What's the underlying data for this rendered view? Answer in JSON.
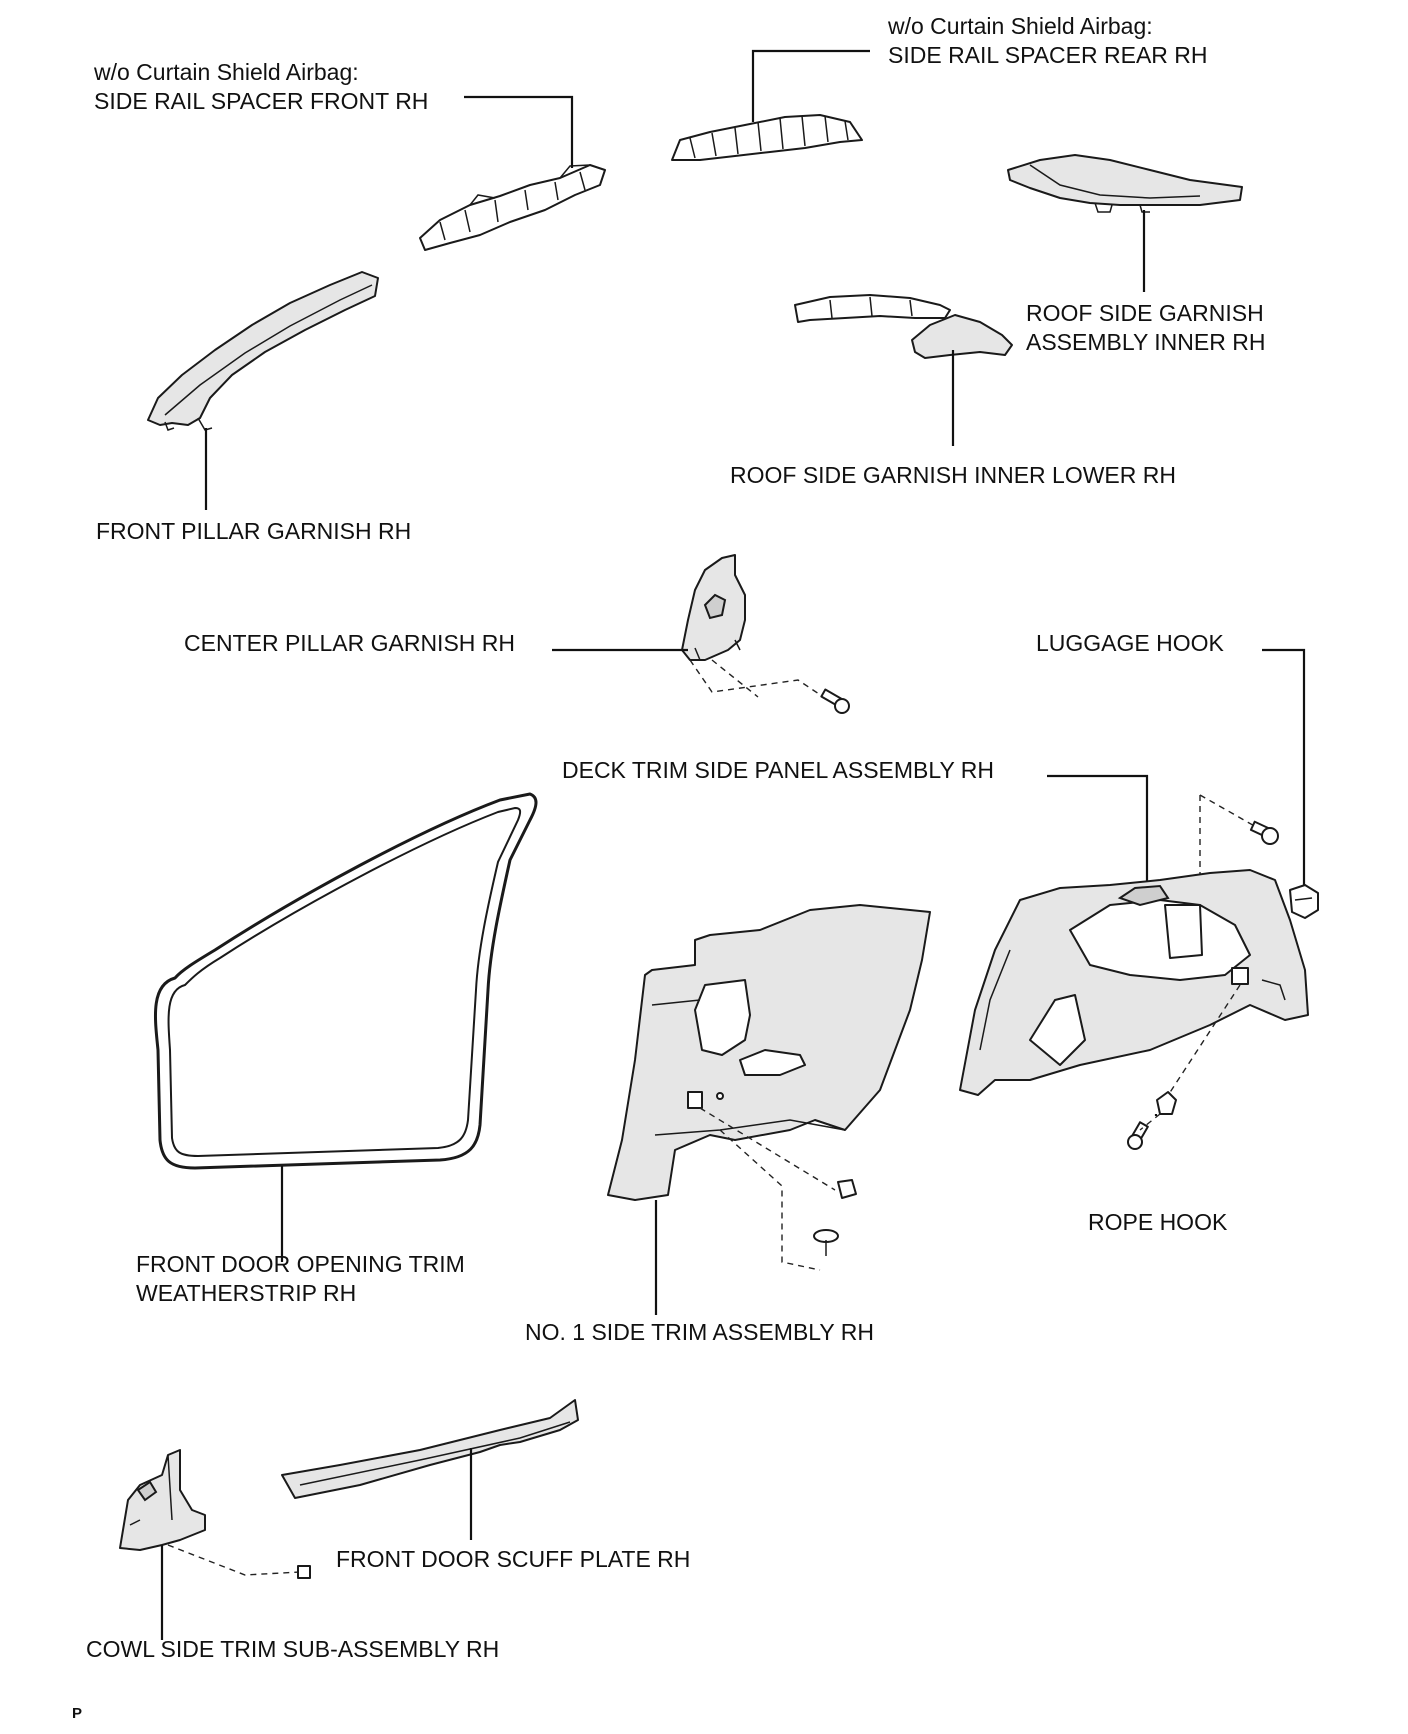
{
  "labels": {
    "side_rail_front_note": "w/o Curtain Shield Airbag:",
    "side_rail_front": "SIDE RAIL SPACER FRONT RH",
    "side_rail_rear_note": "w/o Curtain Shield Airbag:",
    "side_rail_rear": "SIDE RAIL SPACER REAR RH",
    "roof_side_inner_1": "ROOF SIDE GARNISH",
    "roof_side_inner_2": "ASSEMBLY INNER RH",
    "roof_side_lower": "ROOF SIDE GARNISH INNER LOWER RH",
    "front_pillar": "FRONT PILLAR GARNISH RH",
    "center_pillar": "CENTER PILLAR GARNISH RH",
    "luggage_hook": "LUGGAGE HOOK",
    "deck_trim": "DECK TRIM SIDE PANEL ASSEMBLY RH",
    "weatherstrip_1": "FRONT DOOR OPENING TRIM",
    "weatherstrip_2": "WEATHERSTRIP RH",
    "side_trim": "NO. 1 SIDE TRIM ASSEMBLY RH",
    "rope_hook": "ROPE HOOK",
    "scuff_plate": "FRONT DOOR SCUFF PLATE RH",
    "cowl_side": "COWL SIDE TRIM SUB-ASSEMBLY RH"
  },
  "corner_mark": "P"
}
